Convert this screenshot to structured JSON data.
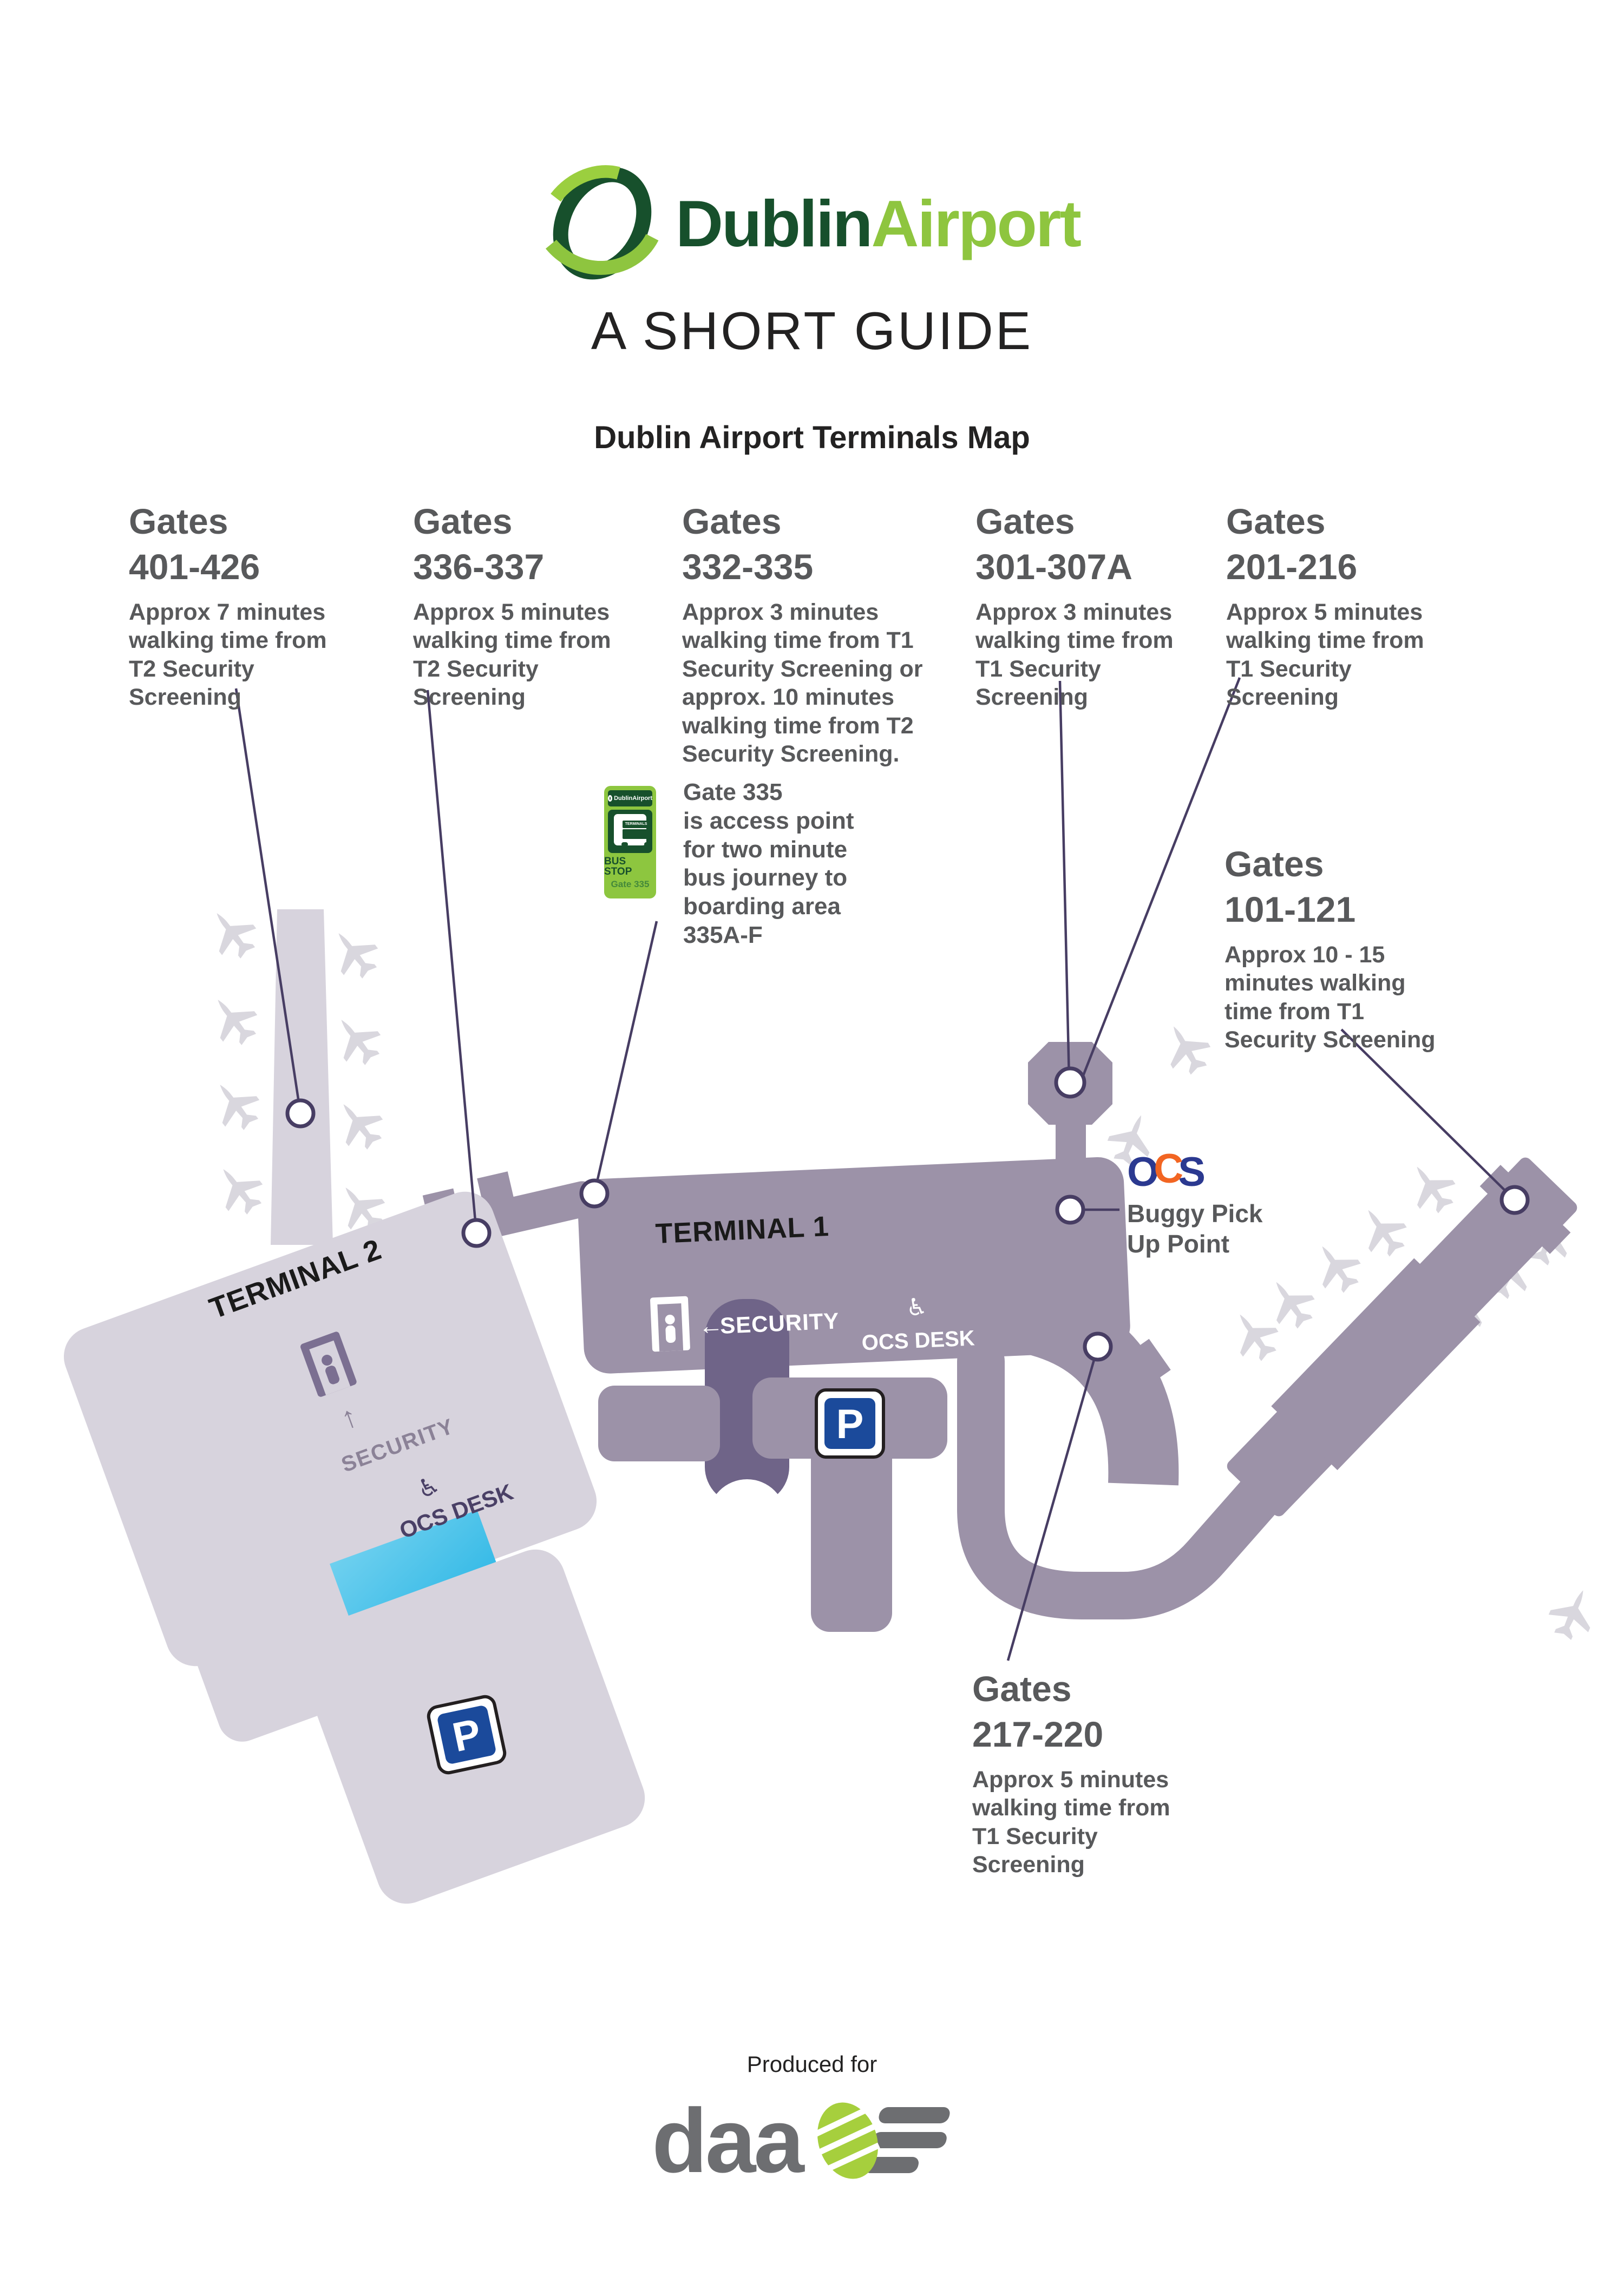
{
  "header": {
    "brand_part1": "Dublin",
    "brand_part2": "Airport",
    "title": "A SHORT GUIDE",
    "subtitle": "Dublin Airport Terminals Map"
  },
  "gates": [
    {
      "heading": "Gates",
      "range": "401-426",
      "desc": "Approx 7 minutes walking time from T2 Security Screening"
    },
    {
      "heading": "Gates",
      "range": "336-337",
      "desc": "Approx 5 minutes walking time from T2 Security Screening"
    },
    {
      "heading": "Gates",
      "range": "332-335",
      "desc": "Approx 3 minutes walking time from T1 Security Screening or approx. 10 minutes walking time from T2 Security Screening."
    },
    {
      "heading": "Gates",
      "range": "301-307A",
      "desc": "Approx 3 minutes walking time from T1 Security Screening"
    },
    {
      "heading": "Gates",
      "range": "201-216",
      "desc": "Approx 5 minutes walking time from T1 Security Screening"
    },
    {
      "heading": "Gates",
      "range": "101-121",
      "desc": "Approx 10 - 15 minutes walking time from T1 Security Screening"
    },
    {
      "heading": "Gates",
      "range": "217-220",
      "desc": "Approx 5 minutes walking time from T1 Security Screening"
    }
  ],
  "bus": {
    "sign": {
      "brand": "DublinAirport",
      "terminals": "TERMINALS",
      "bus_stop": "BUS STOP",
      "gate": "Gate 335"
    },
    "lines": [
      "Gate 335",
      "is access point",
      "for two minute",
      "bus journey to",
      "boarding area",
      "335A-F"
    ]
  },
  "map": {
    "terminal1": "TERMINAL 1",
    "terminal2": "TERMINAL 2",
    "security": "SECURITY",
    "arrow_left": "←",
    "arrow_up": "↑",
    "ocs_desk": "OCS DESK",
    "parking": "P",
    "wheelchair": "♿",
    "buggy_logo_o": "O",
    "buggy_logo_c": "C",
    "buggy_logo_s": "S",
    "buggy_label": "Buggy Pick Up Point"
  },
  "footer": {
    "produced_for": "Produced for",
    "brand": "daa"
  },
  "colors": {
    "brand_dark_green": "#17502c",
    "brand_light_green": "#8ec53f",
    "map_light": "#d7d3dd",
    "map_medium": "#9c92a8",
    "map_dark": "#6f6488",
    "walkway_cyan": "#2cb9e8",
    "leader_line": "#473d63",
    "text_gray": "#58595b",
    "ocs_blue": "#2b3990",
    "ocs_orange": "#f26522",
    "parking_blue": "#1b4a9b",
    "daa_gray": "#6d6e71",
    "daa_green": "#a6cf3d"
  }
}
